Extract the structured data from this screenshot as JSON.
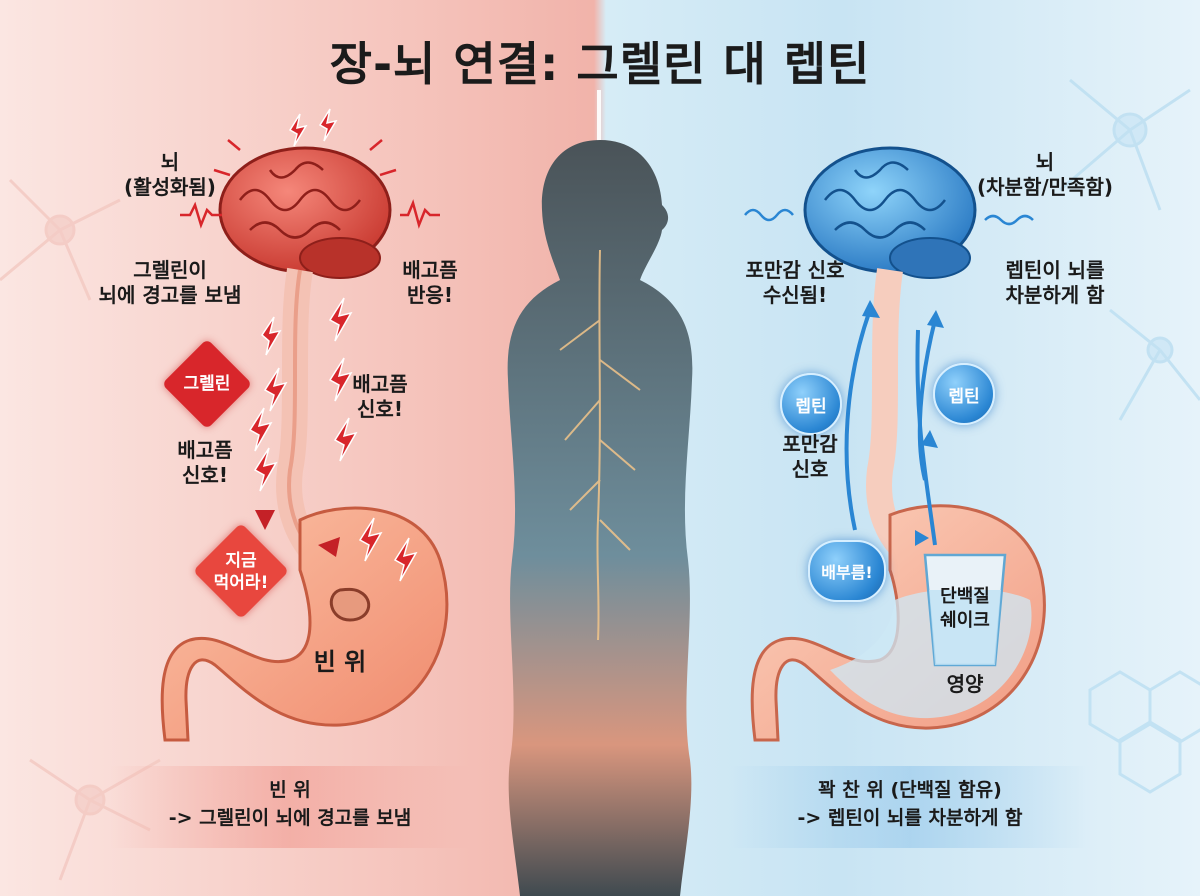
{
  "title": "장-뇌 연결: 그렐린 대 렙틴",
  "left": {
    "brain_label": [
      "뇌",
      "(활성화됨)"
    ],
    "ghrelin_alert": [
      "그렐린이",
      "뇌에 경고를 보냄"
    ],
    "hunger_response": [
      "배고픔",
      "반응!"
    ],
    "ghrelin_badge": "그렐린",
    "hunger_signal_a": [
      "배고픔",
      "신호!"
    ],
    "hunger_signal_b": [
      "배고픔",
      "신호!"
    ],
    "eat_now_badge": [
      "지금",
      "먹어라!"
    ],
    "stomach_label": "빈 위",
    "banner": [
      "빈 위",
      "-> 그렐린이 뇌에 경고를 보냄"
    ],
    "accent_color": "#d8262b"
  },
  "right": {
    "brain_label": [
      "뇌",
      "(차분함/만족함)"
    ],
    "satiety_received": [
      "포만감 신호",
      "수신됨!"
    ],
    "leptin_calms": [
      "렙틴이 뇌를",
      "차분하게 함"
    ],
    "leptin_badge_a": "렙틴",
    "leptin_badge_b": "렙틴",
    "satiety_signal": [
      "포만감",
      "신호"
    ],
    "full_badge": "배부름!",
    "shake_label": [
      "단백질",
      "쉐이크"
    ],
    "nutrition_label": "영양",
    "banner": [
      "꽉 찬 위 (단백질 함유)",
      "-> 렙틴이 뇌를 차분하게 함"
    ],
    "accent_color": "#2a86d3"
  },
  "icons": [
    "brain-icon",
    "lightning-icon",
    "arrow-up-icon",
    "stomach-icon",
    "glass-icon",
    "human-silhouette-icon",
    "neuron-icon"
  ]
}
